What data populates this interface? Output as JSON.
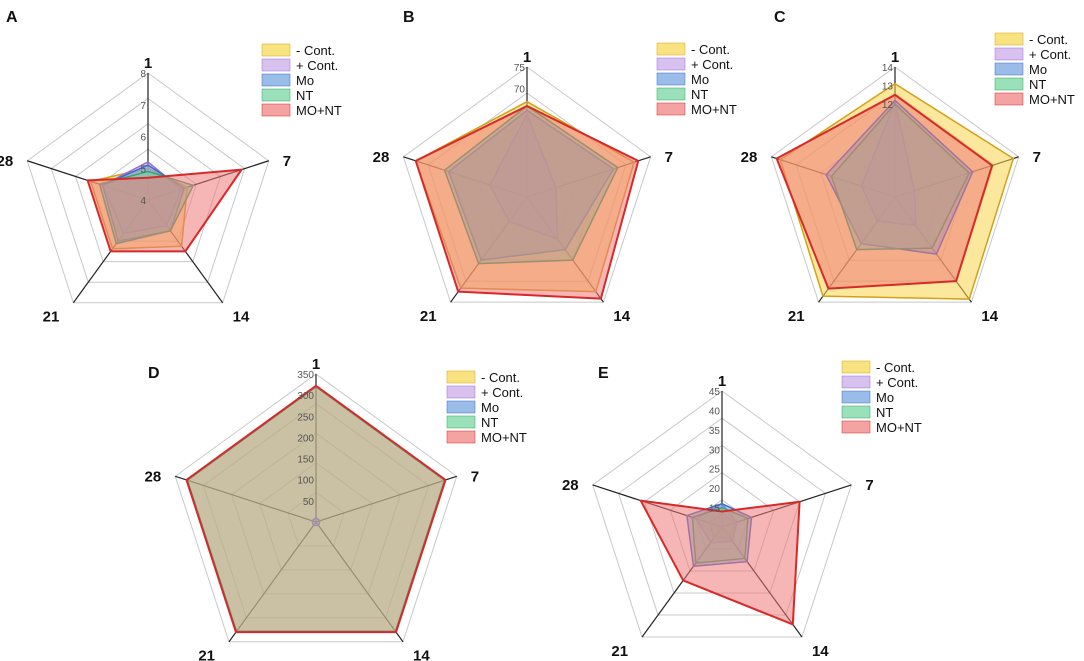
{
  "colors": {
    "neg_cont": "#f7d54a",
    "pos_cont": "#c7a5e8",
    "mo": "#6f9fe0",
    "nt": "#6fd39a",
    "mo_nt": "#f07a7a",
    "grid": "#c8c8c8",
    "axis": "#222222"
  },
  "chart_data": [
    {
      "type": "radar",
      "panel": "A",
      "axes": [
        "1",
        "7",
        "14",
        "21",
        "28"
      ],
      "rlim": [
        4,
        8
      ],
      "ticks": [
        "4",
        "5",
        "6",
        "7",
        "8"
      ],
      "legend_position": "top-right",
      "series": [
        {
          "name": "- Cont.",
          "values": [
            5.0,
            5.3,
            5.8,
            5.9,
            5.9
          ]
        },
        {
          "name": "+ Cont.",
          "values": [
            5.2,
            5.1,
            5.0,
            5.3,
            5.5
          ]
        },
        {
          "name": "Mo",
          "values": [
            5.1,
            5.2,
            5.2,
            5.6,
            5.5
          ]
        },
        {
          "name": "NT",
          "values": [
            4.9,
            5.5,
            5.2,
            5.7,
            5.6
          ]
        },
        {
          "name": "MO+NT",
          "values": [
            4.7,
            7.1,
            6.0,
            6.0,
            6.0
          ]
        }
      ]
    },
    {
      "type": "radar",
      "panel": "B",
      "axes": [
        "1",
        "7",
        "14",
        "21",
        "28"
      ],
      "rlim": [
        45,
        75
      ],
      "ticks": [
        "70",
        "75"
      ],
      "legend_position": "top-right",
      "series": [
        {
          "name": "- Cont.",
          "values": [
            67,
            71,
            72,
            71,
            72
          ]
        },
        {
          "name": "+ Cont.",
          "values": [
            64,
            52,
            57,
            52,
            54
          ]
        },
        {
          "name": "Mo",
          "values": [
            65,
            66,
            60,
            63,
            64
          ]
        },
        {
          "name": "NT",
          "values": [
            66,
            67,
            63,
            64,
            65
          ]
        },
        {
          "name": "MO+NT",
          "values": [
            66,
            72,
            74,
            72,
            72
          ]
        }
      ]
    },
    {
      "type": "radar",
      "panel": "C",
      "axes": [
        "1",
        "7",
        "14",
        "21",
        "28"
      ],
      "rlim": [
        7,
        14
      ],
      "ticks": [
        "12",
        "13",
        "14"
      ],
      "legend_position": "top-right",
      "series": [
        {
          "name": "- Cont.",
          "values": [
            13.1,
            13.7,
            13.8,
            13.6,
            13.5
          ]
        },
        {
          "name": "+ Cont.",
          "values": [
            12.1,
            8.1,
            8.9,
            8.6,
            8.9
          ]
        },
        {
          "name": "Mo",
          "values": [
            12.2,
            11.4,
            10.8,
            10.1,
            10.9
          ]
        },
        {
          "name": "NT",
          "values": [
            12.0,
            11.2,
            10.4,
            10.5,
            10.6
          ]
        },
        {
          "name": "MO+NT",
          "values": [
            12.5,
            12.5,
            12.6,
            13.1,
            13.7
          ]
        }
      ]
    },
    {
      "type": "radar",
      "panel": "D",
      "axes": [
        "1",
        "7",
        "14",
        "21",
        "28"
      ],
      "rlim": [
        0,
        350
      ],
      "ticks": [
        "50",
        "100",
        "150",
        "200",
        "250",
        "300",
        "350"
      ],
      "legend_position": "top-right",
      "series": [
        {
          "name": "- Cont.",
          "values": [
            320,
            320,
            320,
            320,
            320
          ]
        },
        {
          "name": "+ Cont.",
          "values": [
            10,
            10,
            10,
            10,
            10
          ]
        },
        {
          "name": "Mo",
          "values": [
            320,
            320,
            320,
            320,
            320
          ]
        },
        {
          "name": "NT",
          "values": [
            320,
            320,
            320,
            320,
            320
          ]
        },
        {
          "name": "MO+NT",
          "values": [
            322,
            322,
            322,
            322,
            322
          ]
        }
      ]
    },
    {
      "type": "radar",
      "panel": "E",
      "axes": [
        "1",
        "7",
        "14",
        "21",
        "28"
      ],
      "rlim": [
        10,
        45
      ],
      "ticks": [
        "15",
        "20",
        "25",
        "30",
        "35",
        "40",
        "45"
      ],
      "legend_position": "top-right",
      "series": [
        {
          "name": "- Cont.",
          "values": [
            13.5,
            13.5,
            13.5,
            13.5,
            13.5
          ]
        },
        {
          "name": "+ Cont.",
          "values": [
            16,
            14,
            14.5,
            15,
            17
          ]
        },
        {
          "name": "Mo",
          "values": [
            16,
            18,
            21,
            22.5,
            19.5
          ]
        },
        {
          "name": "NT",
          "values": [
            15,
            17,
            20,
            21.5,
            18
          ]
        },
        {
          "name": "MO+NT",
          "values": [
            14,
            31,
            41,
            27,
            32
          ]
        }
      ]
    }
  ]
}
